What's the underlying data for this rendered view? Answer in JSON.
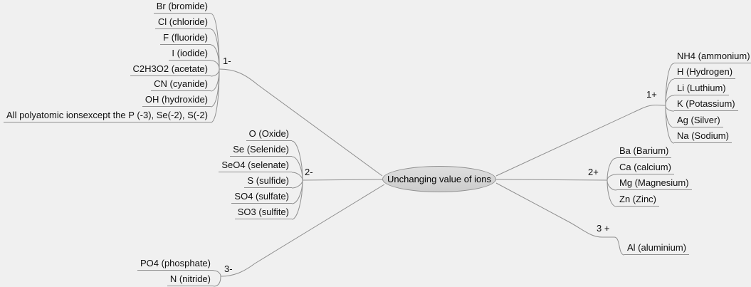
{
  "colors": {
    "background": "#f0f0f0",
    "edge": "#8f8f8f",
    "node_text": "#101010",
    "root_fill": "#d6d6d6",
    "root_border": "#909090"
  },
  "root": {
    "label": "Unchanging value of ions"
  },
  "branches": [
    {
      "valence": "1-",
      "side": "left",
      "children": [
        "Br (bromide)",
        "Cl (chloride)",
        "F (fluoride)",
        "I (iodide)",
        "C2H3O2 (acetate)",
        "CN (cyanide)",
        "OH (hydroxide)",
        "All polyatomic ionsexcept the P (-3), Se(-2), S(-2)"
      ]
    },
    {
      "valence": "2-",
      "side": "left",
      "children": [
        "O (Oxide)",
        "Se (Selenide)",
        "SeO4 (selenate)",
        "S (sulfide)",
        "SO4 (sulfate)",
        "SO3 (sulfite)"
      ]
    },
    {
      "valence": "3-",
      "side": "left",
      "children": [
        "PO4 (phosphate)",
        "N (nitride)"
      ]
    },
    {
      "valence": "1+",
      "side": "right",
      "children": [
        "NH4 (ammonium)",
        "H (Hydrogen)",
        "Li (Luthium)",
        "K (Potassium)",
        "Ag (Silver)",
        "Na (Sodium)"
      ]
    },
    {
      "valence": "2+",
      "side": "right",
      "children": [
        "Ba (Barium)",
        "Ca (calcium)",
        "Mg (Magnesium)",
        "Zn (Zinc)"
      ]
    },
    {
      "valence": "3 +",
      "side": "right",
      "children": [
        "Al (aluminium)"
      ]
    }
  ]
}
